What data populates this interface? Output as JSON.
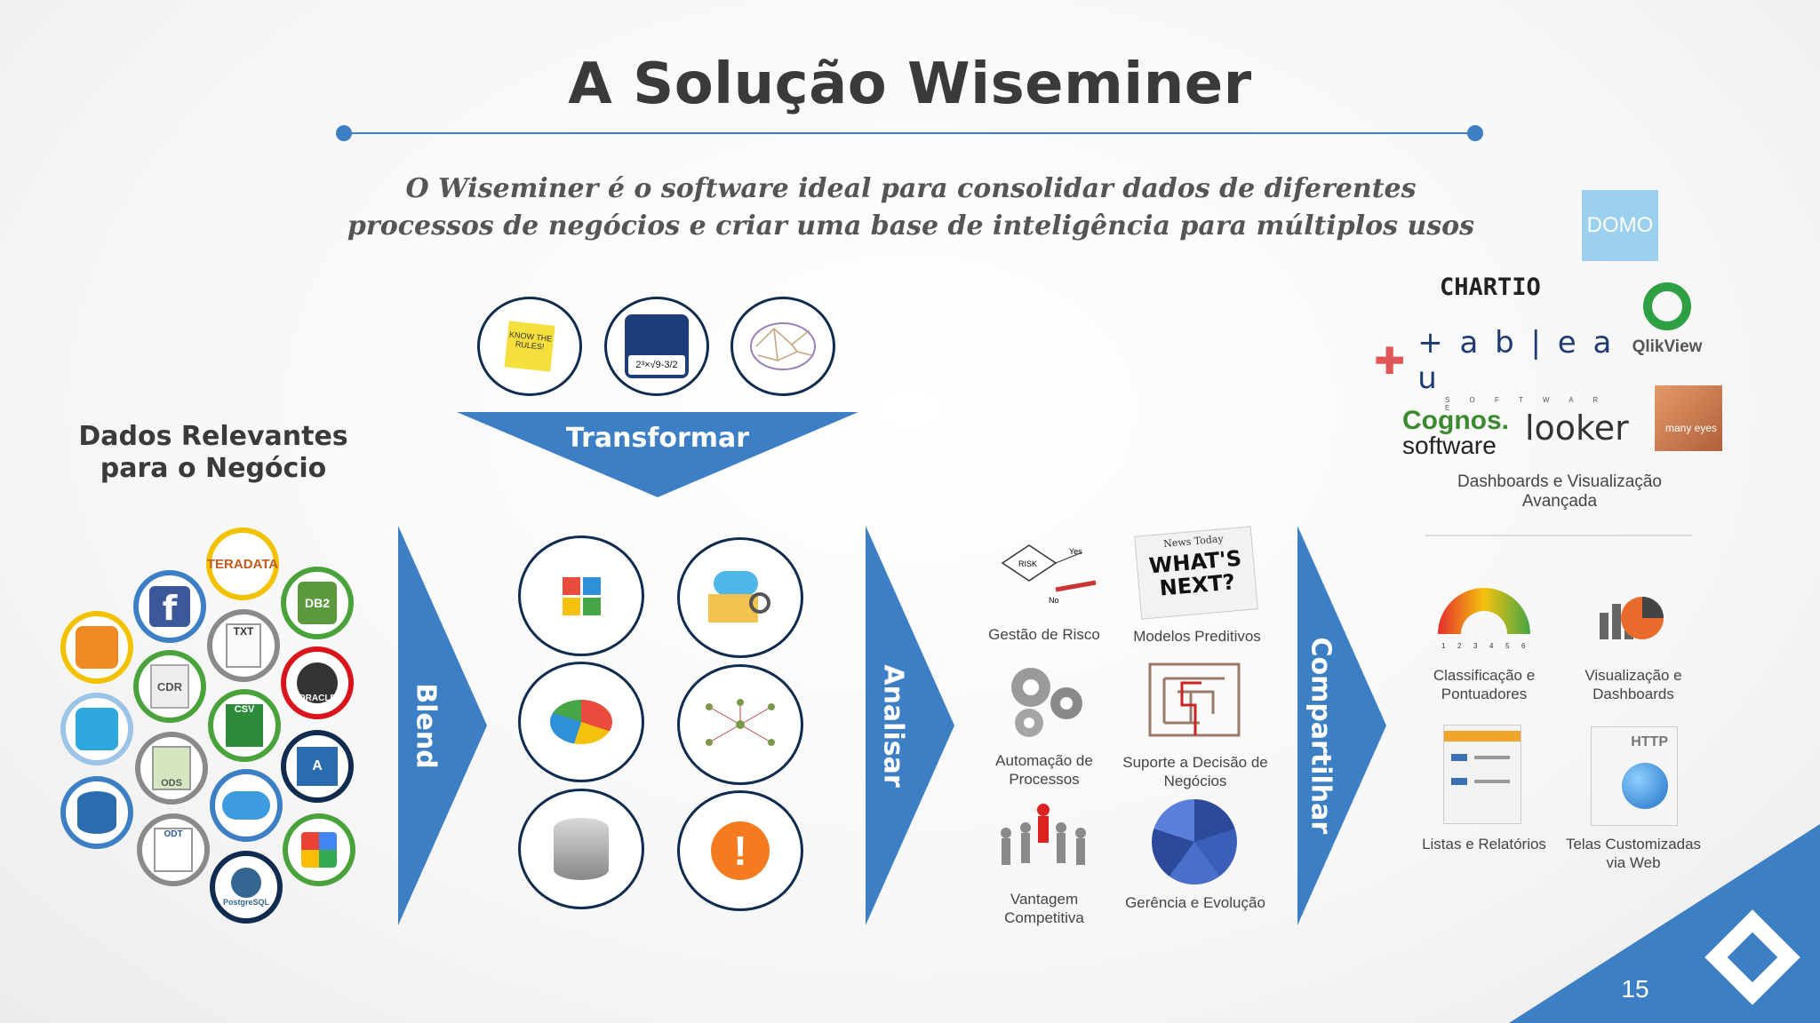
{
  "title": "A Solução Wiseminer",
  "subtitle": "O Wiseminer é o software ideal para consolidar dados de diferentes processos de negócios e criar uma base de inteligência para múltiplos usos",
  "left_heading": "Dados Relevantes para o Negócio",
  "transform_label": "Transformar",
  "blend_label": "Blend",
  "analisar_label": "Analisar",
  "compartilhar_label": "Compartilhar",
  "know_rules_text": "KNOW THE RULES!",
  "math_formula": "2³×√9-3/2",
  "sources": {
    "teradata": "TERADATA",
    "db2": "DB2",
    "txt": "TXT",
    "cdr": "CDR",
    "csv": "CSV",
    "oracle": "ORACLE",
    "ods": "ODS",
    "odt": "ODT",
    "access": "A",
    "postgres": "PostgreSQL"
  },
  "analysis": [
    {
      "label": "Gestão de Risco"
    },
    {
      "label": "Modelos Preditivos"
    },
    {
      "label": "Automação de Processos"
    },
    {
      "label": "Suporte a Decisão de Negócios"
    },
    {
      "label": "Vantagem Competitiva"
    },
    {
      "label": "Gerência e Evolução"
    }
  ],
  "risk_words": {
    "risk": "RISK",
    "yes": "Yes",
    "no": "No"
  },
  "news": {
    "masthead": "News Today",
    "headline": "WHAT'S NEXT?"
  },
  "logos": {
    "domo": "DOMO",
    "chartio": "CHARTIO",
    "tableau": "+ a b | e a u",
    "tableau_sub": "S O F T W A R E",
    "qlikview": "QlikView",
    "cognos_1": "Cognos.",
    "cognos_2": "software",
    "looker": "looker",
    "many_eyes": "many eyes"
  },
  "dashboards_caption": "Dashboards e Visualização Avançada",
  "outputs": [
    {
      "label": "Classificação e Pontuadores"
    },
    {
      "label": "Visualização e Dashboards"
    },
    {
      "label": "Listas e Relatórios"
    },
    {
      "label": "Telas Customizadas via Web"
    }
  ],
  "gauge_labels": [
    "1",
    "2",
    "3",
    "4",
    "5",
    "6"
  ],
  "http_text": "HTTP",
  "page_number": "15",
  "colors": {
    "brand_blue": "#3d7fc4",
    "dark_navy": "#0f2b4f",
    "title_gray": "#3a3a3a"
  }
}
